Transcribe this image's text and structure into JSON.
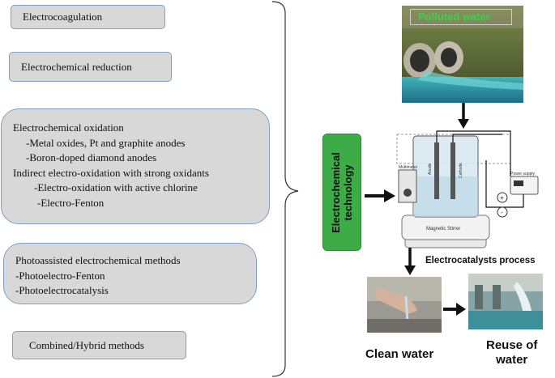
{
  "methods": {
    "electrocoagulation": "Electrocoagulation",
    "electrochemical_reduction": "Electrochemical reduction",
    "oxidation": {
      "title": "Electrochemical oxidation",
      "items": [
        "-Metal oxides, Pt and graphite anodes",
        "-Boron-doped diamond anodes"
      ],
      "indirect_title": "Indirect electro-oxidation with strong oxidants",
      "indirect_items": [
        "-Electro-oxidation with active chlorine",
        "-Electro-Fenton"
      ]
    },
    "photoassisted": {
      "title": "Photoassisted electrochemical methods",
      "items": [
        "-Photoelectro-Fenton",
        "-Photoelectrocatalysis"
      ]
    },
    "combined": "Combined/Hybrid methods"
  },
  "technology_label_line1": "Electrochemical",
  "technology_label_line2": "technology",
  "polluted_water": "Polluted water",
  "apparatus": {
    "multimeter": "Multimeter",
    "anode": "Anode",
    "cathode": "Cathode",
    "power_supply": "Power supply",
    "stirrer": "Magnetic Stirrer",
    "plus": "+",
    "minus": "-"
  },
  "process_label": "Electrocatalysts process",
  "clean_water": "Clean water",
  "reuse_line1": "Reuse of",
  "reuse_line2": "water",
  "colors": {
    "box_fill": "#d8d8d8",
    "box_border": "#7da0c4",
    "accent_green": "#3dab46",
    "polluted_text": "#3dcf4a"
  }
}
